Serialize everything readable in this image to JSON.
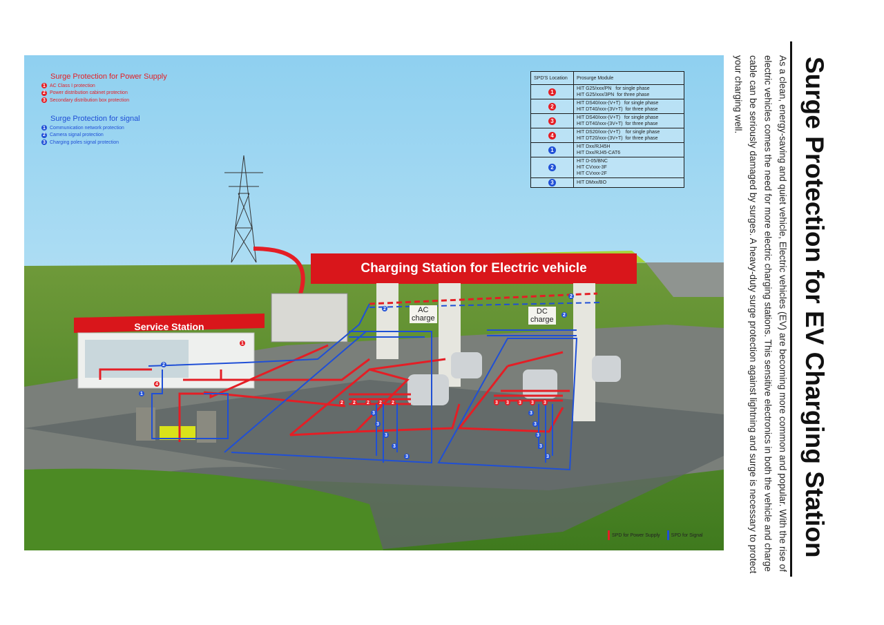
{
  "title": "Surge Protection for EV Charging Station",
  "description": "As a clean, energy-saving and quiet vehicle, Electric vehicles (EV) are becoming more common and popular. With the rise of electric vehicles comes the need for more electric charging stations. This sensitive electronics in both the vehicle and charge cable can be seriously damaged by surges. A heavy-duty surge protection against lightning and surge is necessary to protect your charging well.",
  "legend": {
    "power": {
      "title": "Surge Protection for Power Supply",
      "items": [
        {
          "num": "1",
          "label": "AC Class I protection"
        },
        {
          "num": "2",
          "label": "Power distribution cabinet protection"
        },
        {
          "num": "3",
          "label": "Secondary distribution box protection"
        }
      ]
    },
    "signal": {
      "title": "Surge Protection for signal",
      "items": [
        {
          "num": "1",
          "label": "Communication network protection"
        },
        {
          "num": "2",
          "label": "Camera signal protection"
        },
        {
          "num": "3",
          "label": "Charging poles signal protection"
        }
      ]
    }
  },
  "table": {
    "headers": [
      "SPD'S Location",
      "Prosurge Module"
    ],
    "rows": [
      {
        "num": "1",
        "type": "power",
        "lines": [
          "HIT G25/xxx/PN   for single phase",
          "HIT G25/xxx/3PN  for three phase"
        ]
      },
      {
        "num": "2",
        "type": "power",
        "lines": [
          "HIT DS40/xxx-(V+T)   for single phase",
          "HIT DT40/xxx-(3V+T)  for three phase"
        ]
      },
      {
        "num": "3",
        "type": "power",
        "lines": [
          "HIT DS40/xxx-(V+T)   for single phase",
          "HIT DT40/xxx-(3V+T)  for three phase"
        ]
      },
      {
        "num": "4",
        "type": "power",
        "lines": [
          "HIT DS20/xxx-(V+T)    for single phase",
          "HIT DT20/xxx-(3V+T)  for three phase"
        ]
      },
      {
        "num": "1",
        "type": "signal",
        "lines": [
          "HIT Dxx/RJ45H",
          "HIT Dxx/RJ45-CAT6"
        ]
      },
      {
        "num": "2",
        "type": "signal",
        "lines": [
          "HIT D-05/BNC",
          "HIT CVxxx-3F",
          "HIT CVxxx-2F"
        ]
      },
      {
        "num": "3",
        "type": "signal",
        "lines": [
          "HIT DMxx/BO"
        ]
      }
    ]
  },
  "scene": {
    "canopy_label": "Charging Station for Electric vehicle",
    "service_label": "Service Station",
    "ac_label": [
      "AC",
      "charge"
    ],
    "dc_label": [
      "DC",
      "charge"
    ],
    "markers": [
      {
        "num": "1",
        "type": "power"
      },
      {
        "num": "4",
        "type": "power"
      },
      {
        "num": "2",
        "type": "signal"
      },
      {
        "num": "1",
        "type": "signal"
      },
      {
        "num": "2",
        "type": "power"
      },
      {
        "num": "2",
        "type": "power"
      },
      {
        "num": "2",
        "type": "power"
      },
      {
        "num": "2",
        "type": "power"
      },
      {
        "num": "2",
        "type": "power"
      },
      {
        "num": "3",
        "type": "power"
      },
      {
        "num": "3",
        "type": "power"
      },
      {
        "num": "3",
        "type": "power"
      },
      {
        "num": "3",
        "type": "power"
      },
      {
        "num": "3",
        "type": "power"
      },
      {
        "num": "3",
        "type": "signal"
      },
      {
        "num": "3",
        "type": "signal"
      },
      {
        "num": "3",
        "type": "signal"
      },
      {
        "num": "3",
        "type": "signal"
      },
      {
        "num": "3",
        "type": "signal"
      },
      {
        "num": "3",
        "type": "signal"
      },
      {
        "num": "3",
        "type": "signal"
      },
      {
        "num": "3",
        "type": "signal"
      },
      {
        "num": "3",
        "type": "signal"
      },
      {
        "num": "3",
        "type": "signal"
      },
      {
        "num": "2",
        "type": "signal"
      },
      {
        "num": "2",
        "type": "signal"
      },
      {
        "num": "2",
        "type": "signal"
      }
    ]
  },
  "bottom_legend": {
    "power": "SPD for Power Supply",
    "signal": "SPD for Signal"
  },
  "colors": {
    "power": "#e41e25",
    "signal": "#1f4fd6",
    "banner": "#d9161b"
  }
}
